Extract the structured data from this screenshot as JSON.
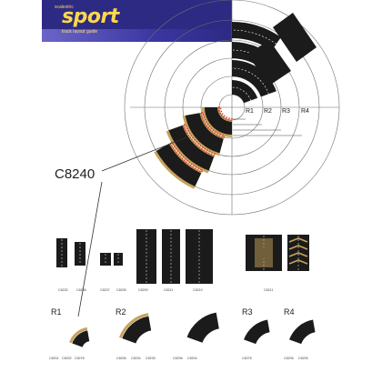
{
  "logo": {
    "brand": "sport",
    "brand_sup": "scalextric",
    "tagline": "track layout guide"
  },
  "callout": {
    "label": "C8240"
  },
  "radius_labels": [
    "R1",
    "R2",
    "R3",
    "R4"
  ],
  "row_labels": [
    "R1",
    "R2",
    "R3",
    "R4"
  ],
  "straights": [
    {
      "code": "C8232"
    },
    {
      "code": "C8236"
    },
    {
      "code": "C8207"
    },
    {
      "code": "C8205"
    },
    {
      "code": "C8200"
    },
    {
      "code": "C8211"
    },
    {
      "code": "C8210"
    },
    {
      "code": "C8211"
    }
  ],
  "curves": [
    {
      "code": "C8201"
    },
    {
      "code": "C8202"
    },
    {
      "code": "C8278"
    },
    {
      "code": "C8206"
    },
    {
      "code": "C8234"
    },
    {
      "code": "C8235"
    },
    {
      "code": "C8296"
    },
    {
      "code": "C8204"
    },
    {
      "code": "C8278"
    },
    {
      "code": "C8206"
    },
    {
      "code": "C8205"
    }
  ],
  "colors": {
    "track": "#1b1b1b",
    "lane_line": "#ffffff",
    "kerb_red": "#d23a2a",
    "kerb_tan": "#c7a25a",
    "guide_line": "#6f6f6f",
    "logo_bg": "#2d2a84",
    "logo_text": "#ffd84a"
  }
}
